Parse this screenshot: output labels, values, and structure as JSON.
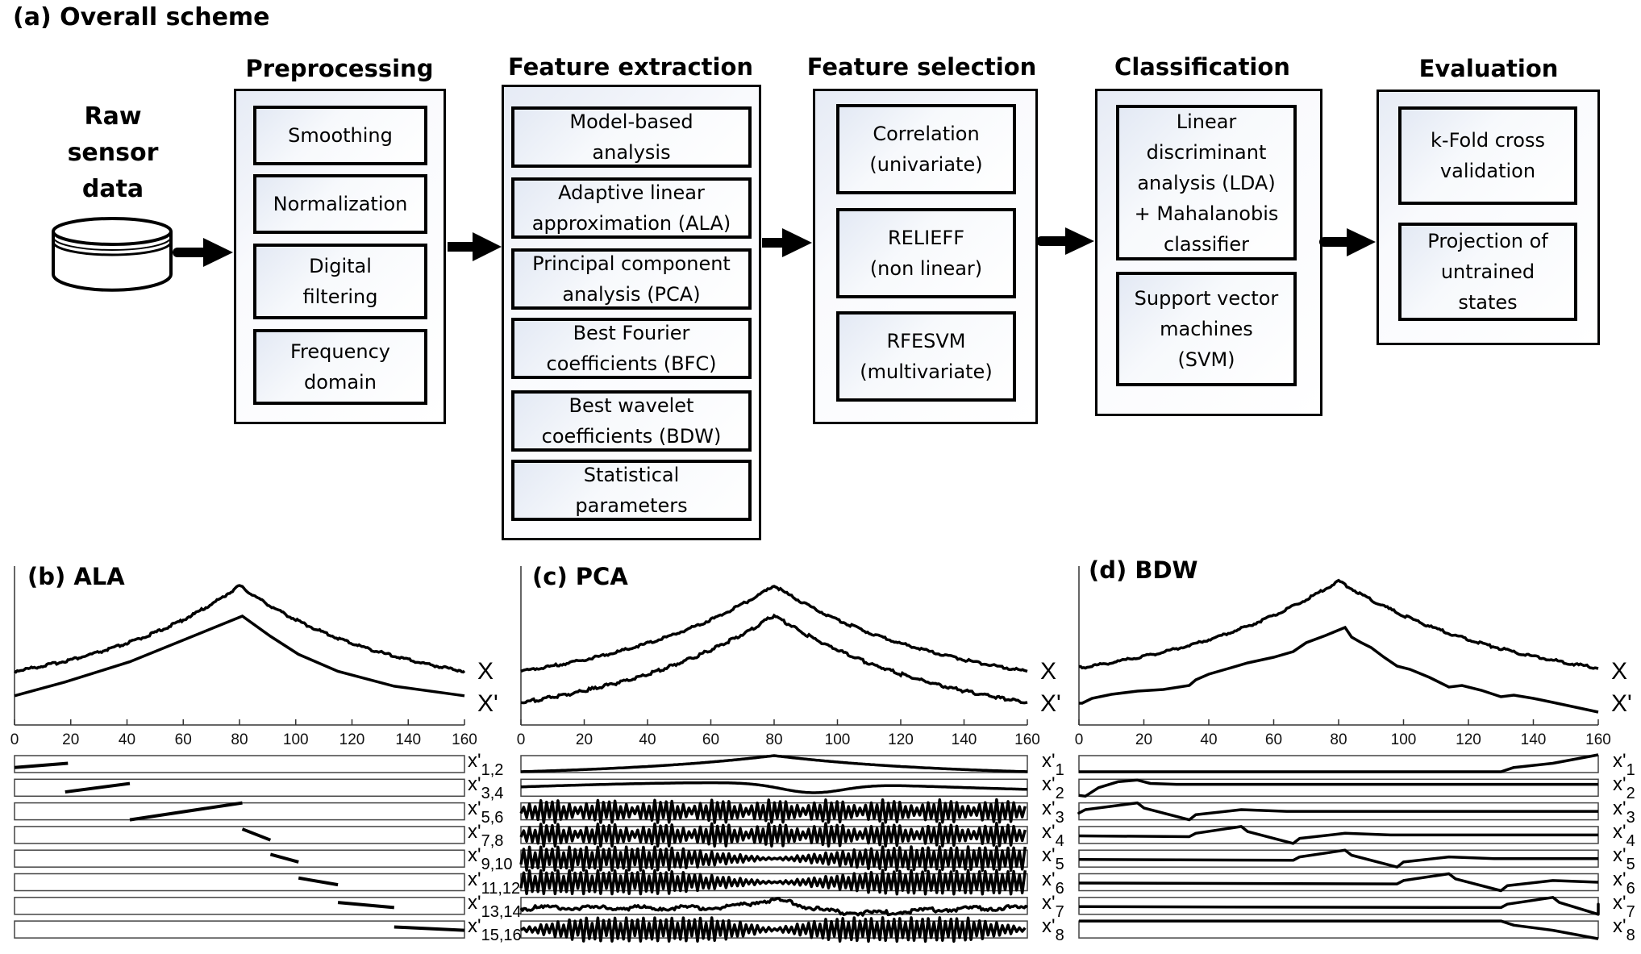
{
  "figure_title": "(a) Overall scheme",
  "raw_data": {
    "label": "Raw\nsensor\ndata",
    "icon": "database-icon"
  },
  "stages": [
    {
      "id": "preprocessing",
      "title": "Preprocessing",
      "methods": [
        "Smoothing",
        "Normalization",
        "Digital\nfiltering",
        "Frequency\ndomain"
      ]
    },
    {
      "id": "feature-extraction",
      "title": "Feature extraction",
      "methods": [
        "Model-based\nanalysis",
        "Adaptive linear\napproximation (ALA)",
        "Principal component\nanalysis (PCA)",
        "Best Fourier\ncoefficients (BFC)",
        "Best wavelet\ncoefficients (BDW)",
        "Statistical\nparameters"
      ]
    },
    {
      "id": "feature-selection",
      "title": "Feature selection",
      "methods": [
        "Correlation\n(univariate)",
        "RELIEFF\n(non linear)",
        "RFESVM\n(multivariate)"
      ]
    },
    {
      "id": "classification",
      "title": "Classification",
      "methods": [
        "Linear\ndiscriminant\nanalysis (LDA)\n+ Mahalanobis\nclassifier",
        "Support vector\nmachines\n(SVM)"
      ]
    },
    {
      "id": "evaluation",
      "title": "Evaluation",
      "methods": [
        "k-Fold cross\nvalidation",
        "Projection of\nuntrained\nstates"
      ]
    }
  ],
  "chart_data": [
    {
      "type": "line",
      "title": "(b) ALA",
      "x_ticks": [
        0,
        20,
        40,
        60,
        80,
        100,
        120,
        140,
        160
      ],
      "xlim": [
        0,
        160
      ],
      "main_series": [
        {
          "name": "X",
          "description": "raw signal, exponential rise to peak at 80 then decay",
          "points": [
            [
              0,
              0.45
            ],
            [
              20,
              0.52
            ],
            [
              40,
              0.63
            ],
            [
              60,
              0.78
            ],
            [
              80,
              1.0
            ],
            [
              90,
              0.85
            ],
            [
              100,
              0.72
            ],
            [
              120,
              0.6
            ],
            [
              140,
              0.52
            ],
            [
              160,
              0.46
            ]
          ]
        },
        {
          "name": "X'",
          "description": "piecewise linear approximation",
          "points": [
            [
              0,
              0.07
            ],
            [
              18,
              0.2
            ],
            [
              41,
              0.39
            ],
            [
              81,
              0.82
            ],
            [
              91,
              0.63
            ],
            [
              101,
              0.46
            ],
            [
              115,
              0.3
            ],
            [
              135,
              0.16
            ],
            [
              160,
              0.07
            ]
          ]
        }
      ],
      "components": [
        {
          "label": "x'",
          "sub": "1,2",
          "segment": [
            [
              0,
              0.3
            ],
            [
              19,
              0.55
            ]
          ]
        },
        {
          "label": "x'",
          "sub": "3,4",
          "segment": [
            [
              18,
              0.25
            ],
            [
              41,
              0.75
            ]
          ]
        },
        {
          "label": "x'",
          "sub": "5,6",
          "segment": [
            [
              41,
              0.0
            ],
            [
              81,
              1.0
            ]
          ]
        },
        {
          "label": "x'",
          "sub": "7,8",
          "segment": [
            [
              81,
              0.85
            ],
            [
              91,
              0.2
            ]
          ]
        },
        {
          "label": "x'",
          "sub": "9,10",
          "segment": [
            [
              91,
              0.75
            ],
            [
              101,
              0.3
            ]
          ]
        },
        {
          "label": "x'",
          "sub": "11,12",
          "segment": [
            [
              101,
              0.75
            ],
            [
              115,
              0.35
            ]
          ]
        },
        {
          "label": "x'",
          "sub": "13,14",
          "segment": [
            [
              115,
              0.7
            ],
            [
              135,
              0.4
            ]
          ]
        },
        {
          "label": "x'",
          "sub": "15,16",
          "segment": [
            [
              135,
              0.65
            ],
            [
              160,
              0.45
            ]
          ]
        }
      ]
    },
    {
      "type": "line",
      "title": "(c) PCA",
      "x_ticks": [
        0,
        20,
        40,
        60,
        80,
        100,
        120,
        140,
        160
      ],
      "xlim": [
        0,
        160
      ],
      "main_series": [
        {
          "name": "X",
          "description": "raw signal"
        },
        {
          "name": "X'",
          "description": "PCA reconstruction (smooth peak at 80)"
        }
      ],
      "components": [
        {
          "label": "x'",
          "sub": "1",
          "kind": "peak"
        },
        {
          "label": "x'",
          "sub": "2",
          "kind": "dip"
        },
        {
          "label": "x'",
          "sub": "3",
          "kind": "oscillation",
          "envelope": "uniform"
        },
        {
          "label": "x'",
          "sub": "4",
          "kind": "oscillation",
          "envelope": "uniform"
        },
        {
          "label": "x'",
          "sub": "5",
          "kind": "oscillation",
          "envelope": "quiet-center"
        },
        {
          "label": "x'",
          "sub": "6",
          "kind": "oscillation",
          "envelope": "quiet-center"
        },
        {
          "label": "x'",
          "sub": "7",
          "kind": "noisy-bump"
        },
        {
          "label": "x'",
          "sub": "8",
          "kind": "oscillation",
          "envelope": "quiet-quarters"
        }
      ]
    },
    {
      "type": "line",
      "title": "(d) BDW",
      "x_ticks": [
        0,
        20,
        40,
        60,
        80,
        100,
        120,
        140,
        160
      ],
      "xlim": [
        0,
        160
      ],
      "main_series": [
        {
          "name": "X",
          "description": "raw signal"
        },
        {
          "name": "X'",
          "description": "wavelet reconstruction with piecewise kinks at 34, 66, 82, 98, 114, 130"
        }
      ],
      "components": [
        {
          "label": "x'",
          "sub": "1",
          "breaks": [
            130
          ]
        },
        {
          "label": "x'",
          "sub": "2",
          "breaks": [
            0,
            18
          ]
        },
        {
          "label": "x'",
          "sub": "3",
          "breaks": [
            0,
            18,
            34
          ]
        },
        {
          "label": "x'",
          "sub": "4",
          "breaks": [
            34,
            50,
            66
          ]
        },
        {
          "label": "x'",
          "sub": "5",
          "breaks": [
            66,
            82,
            98
          ]
        },
        {
          "label": "x'",
          "sub": "6",
          "breaks": [
            98,
            114,
            130
          ]
        },
        {
          "label": "x'",
          "sub": "7",
          "breaks": [
            130,
            146,
            160
          ]
        },
        {
          "label": "x'",
          "sub": "8",
          "breaks": [
            130,
            160
          ]
        }
      ]
    }
  ]
}
